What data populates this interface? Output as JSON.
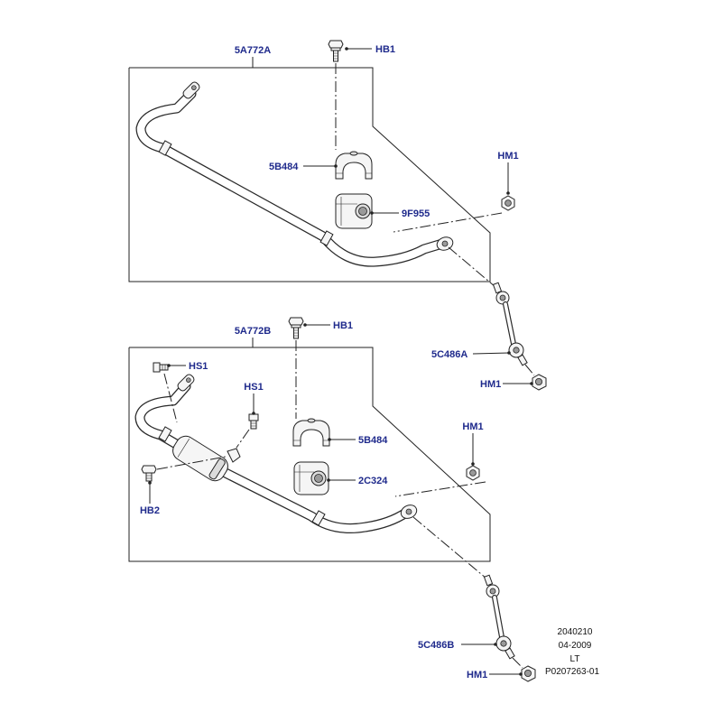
{
  "labels": {
    "top_assembly": "5A772A",
    "top_hb1": "HB1",
    "top_bracket": "5B484",
    "top_bushing": "9F955",
    "top_hm1_nut": "HM1",
    "top_link": "5C486A",
    "top_link_hm1": "HM1",
    "bottom_assembly": "5A772B",
    "bottom_hb1": "HB1",
    "bottom_hs1_left": "HS1",
    "bottom_hs1_right": "HS1",
    "bottom_bracket": "5B484",
    "bottom_bushing": "2C324",
    "bottom_hm1_nut": "HM1",
    "bottom_hb2": "HB2",
    "bottom_link": "5C486B",
    "bottom_link_hm1": "HM1"
  },
  "footer": {
    "code": "2040210",
    "date": "04-2009",
    "region": "LT",
    "ref": "P0207263-01"
  },
  "colors": {
    "label": "#1f2a8c",
    "line": "#222222",
    "background": "#ffffff"
  }
}
